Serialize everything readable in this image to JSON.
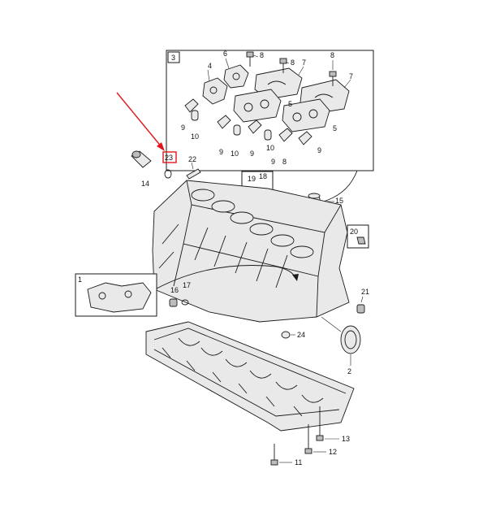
{
  "callouts": {
    "c1": "1",
    "c2": "2",
    "c3": "3",
    "c4": "4",
    "c5a": "5",
    "c5b": "5",
    "c6": "6",
    "c7a": "7",
    "c7b": "7",
    "c8a": "8",
    "c8b": "8",
    "c8c": "8",
    "c9a": "9",
    "c9b": "9",
    "c9c": "9",
    "c9d": "9",
    "c9e": "9",
    "c10a": "10",
    "c10b": "10",
    "c10c": "10",
    "c11": "11",
    "c12": "12",
    "c13": "13",
    "c14": "14",
    "c15": "15",
    "c16": "16",
    "c17": "17",
    "c18": "18",
    "c19": "19",
    "c20": "20",
    "c21": "21",
    "c22": "22",
    "c23": "23",
    "c24": "24"
  },
  "colors": {
    "highlight": "#e0161b",
    "ink": "#1a1a1a"
  }
}
